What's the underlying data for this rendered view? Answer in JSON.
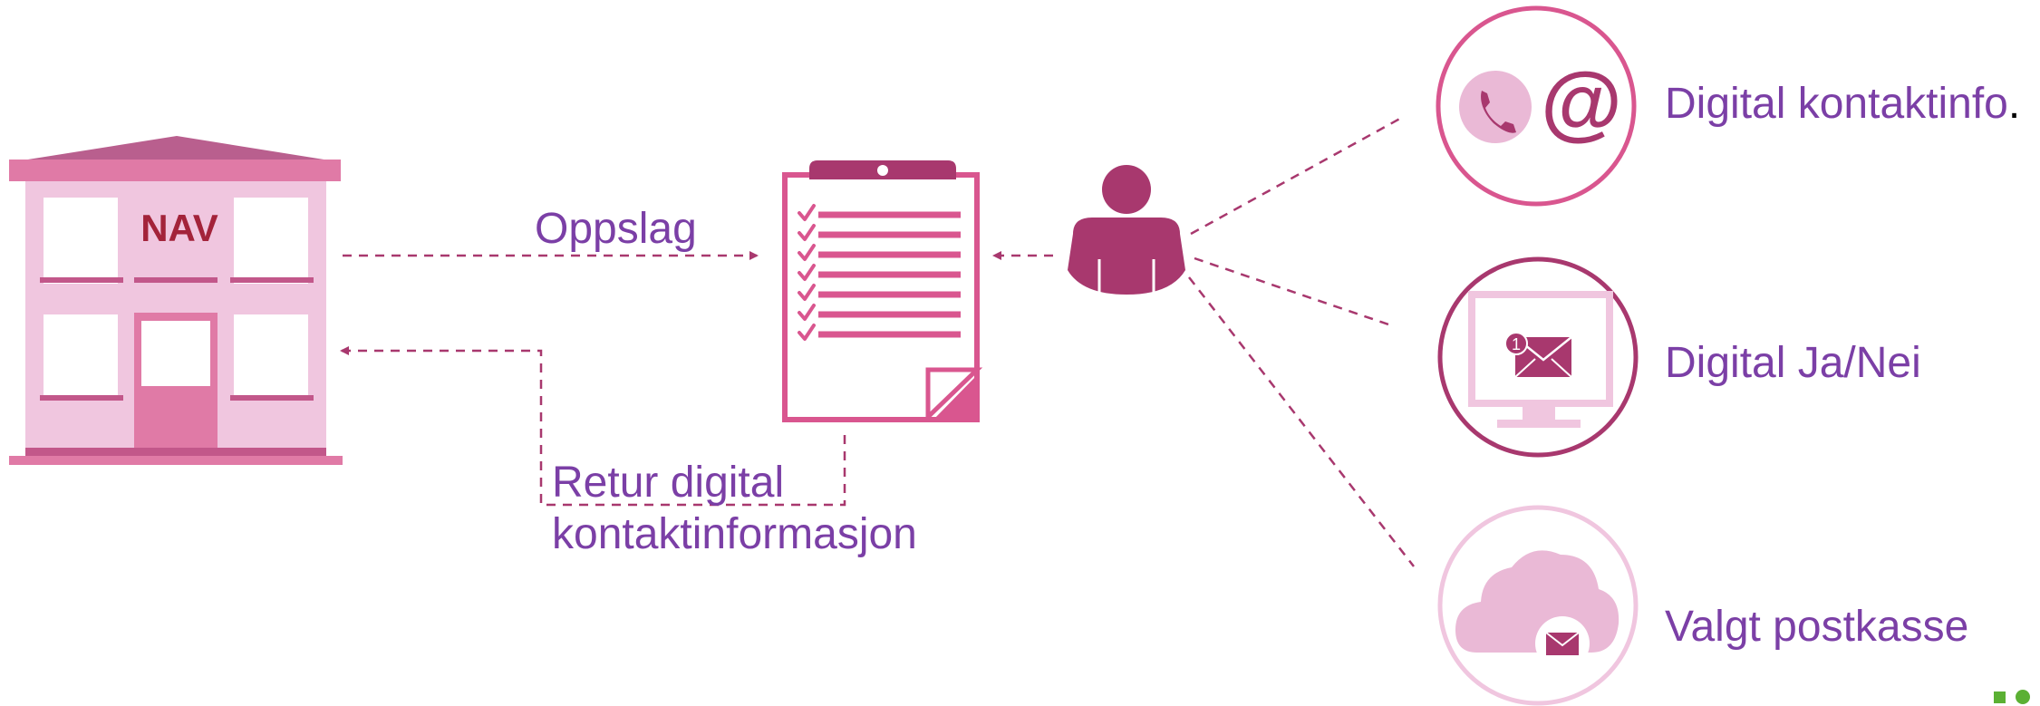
{
  "building": {
    "sign": "NAV"
  },
  "arrows": {
    "lookup": "Oppslag",
    "return_line1": "Retur digital",
    "return_line2": "kontaktinformasjon"
  },
  "options": [
    {
      "label": "Digital kontaktinfo",
      "suffix": ".",
      "icon": "phone-email-icon"
    },
    {
      "label": "Digital Ja/Nei",
      "icon": "monitor-mail-icon",
      "badge": "1"
    },
    {
      "label": "Valgt postkasse",
      "icon": "cloud-mailbox-icon"
    }
  ],
  "colors": {
    "label": "#7b3fa6",
    "pink_dark": "#a8386e",
    "pink_mid": "#d9568f",
    "pink_light": "#f0c6df",
    "sign": "#a3233a",
    "logo_green": "#5bb033"
  }
}
